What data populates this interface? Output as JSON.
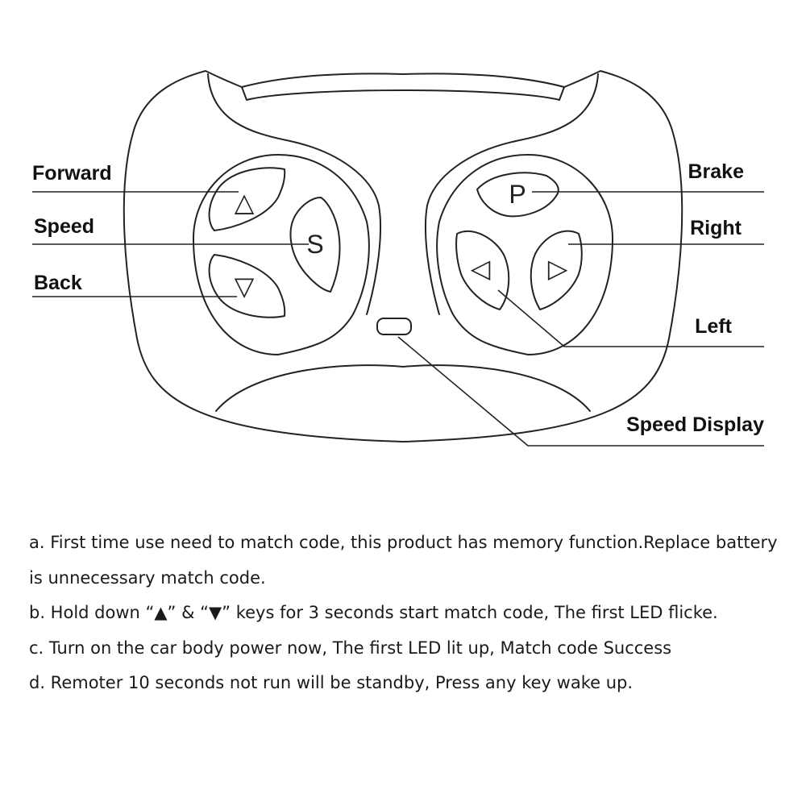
{
  "labels": {
    "forward": "Forward",
    "speed": "Speed",
    "back": "Back",
    "brake": "Brake",
    "right": "Right",
    "left": "Left",
    "speed_display": "Speed Display"
  },
  "buttons": {
    "forward_glyph": "△",
    "speed_glyph": "S",
    "back_glyph": "▽",
    "brake_glyph": "P",
    "left_glyph": "◁",
    "right_glyph": "▷"
  },
  "instructions": [
    "a. First time use need to match code, this product has memory function.Replace battery is unnecessary match code.",
    "b. Hold down “▲” & “▼” keys for 3 seconds start match code, The first LED flicke.",
    "c. Turn on the car body power now, The first LED lit up, Match code Success",
    "d. Remoter 10 seconds not run will be standby, Press any key wake up."
  ],
  "colors": {
    "line": "#222222",
    "text": "#111111"
  }
}
